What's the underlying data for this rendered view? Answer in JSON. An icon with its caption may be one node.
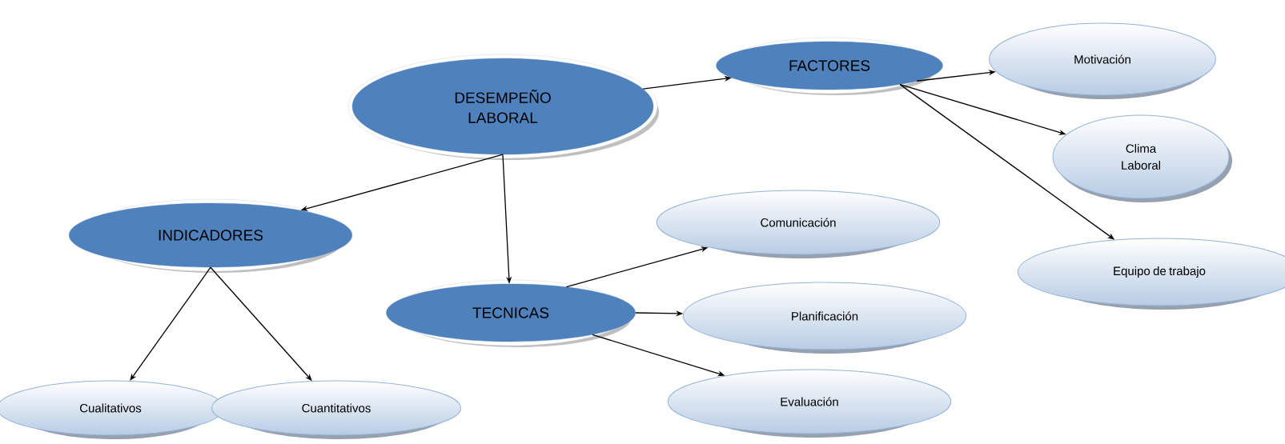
{
  "diagram": {
    "nodes": [
      {
        "text": [
          "DESEMPEÑO LABORAL"
        ]
      },
      {
        "text": [
          "FACTORES"
        ]
      },
      {
        "text": [
          "Motivación"
        ]
      },
      {
        "text": [
          "Clima Laboral"
        ]
      },
      {
        "text": [
          "Equipo de trabajo"
        ]
      },
      {
        "text": [
          "INDICADORES"
        ]
      },
      {
        "text": [
          "TECNICAS"
        ]
      },
      {
        "text": [
          "Comunicación"
        ]
      },
      {
        "text": [
          "Planificación"
        ]
      },
      {
        "text": [
          "Evaluación"
        ]
      },
      {
        "text": [
          "Cualitativos"
        ]
      },
      {
        "text": [
          "Cuantitativos"
        ]
      }
    ],
    "edges": [
      {
        "from": 0,
        "to": 1,
        "arrow": "to"
      },
      {
        "from": 1,
        "to": 2,
        "arrow": "to"
      },
      {
        "from": 1,
        "to": 3,
        "arrow": "to"
      },
      {
        "from": 1,
        "to": 4,
        "arrow": "to"
      },
      {
        "from": 0,
        "to": 5,
        "arrow": "to"
      },
      {
        "from": 0,
        "to": 6,
        "arrow": "to"
      },
      {
        "from": 6,
        "to": 7,
        "arrow": "to"
      },
      {
        "from": 6,
        "to": 8,
        "arrow": "to"
      },
      {
        "from": 6,
        "to": 9,
        "arrow": "to"
      },
      {
        "from": 5,
        "to": 10,
        "arrow": "to"
      },
      {
        "from": 5,
        "to": 11,
        "arrow": "to"
      }
    ]
  }
}
